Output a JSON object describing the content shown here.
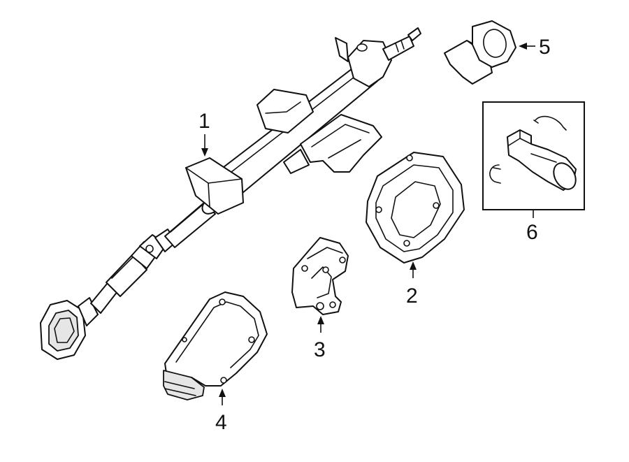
{
  "callouts": {
    "c1": "1",
    "c2": "2",
    "c3": "3",
    "c4": "4",
    "c5": "5",
    "c6": "6"
  },
  "parts": [
    {
      "callout": "1",
      "icon": "steering-column-assembly-icon"
    },
    {
      "callout": "2",
      "icon": "column-cover-plate-icon"
    },
    {
      "callout": "3",
      "icon": "mounting-bracket-icon"
    },
    {
      "callout": "4",
      "icon": "boot-cover-icon"
    },
    {
      "callout": "5",
      "icon": "small-bracket-icon"
    },
    {
      "callout": "6",
      "icon": "lock-cylinder-kit-icon"
    }
  ],
  "colors": {
    "line": "#111111",
    "fill": "#ffffff",
    "shade": "#e6e6e6"
  }
}
